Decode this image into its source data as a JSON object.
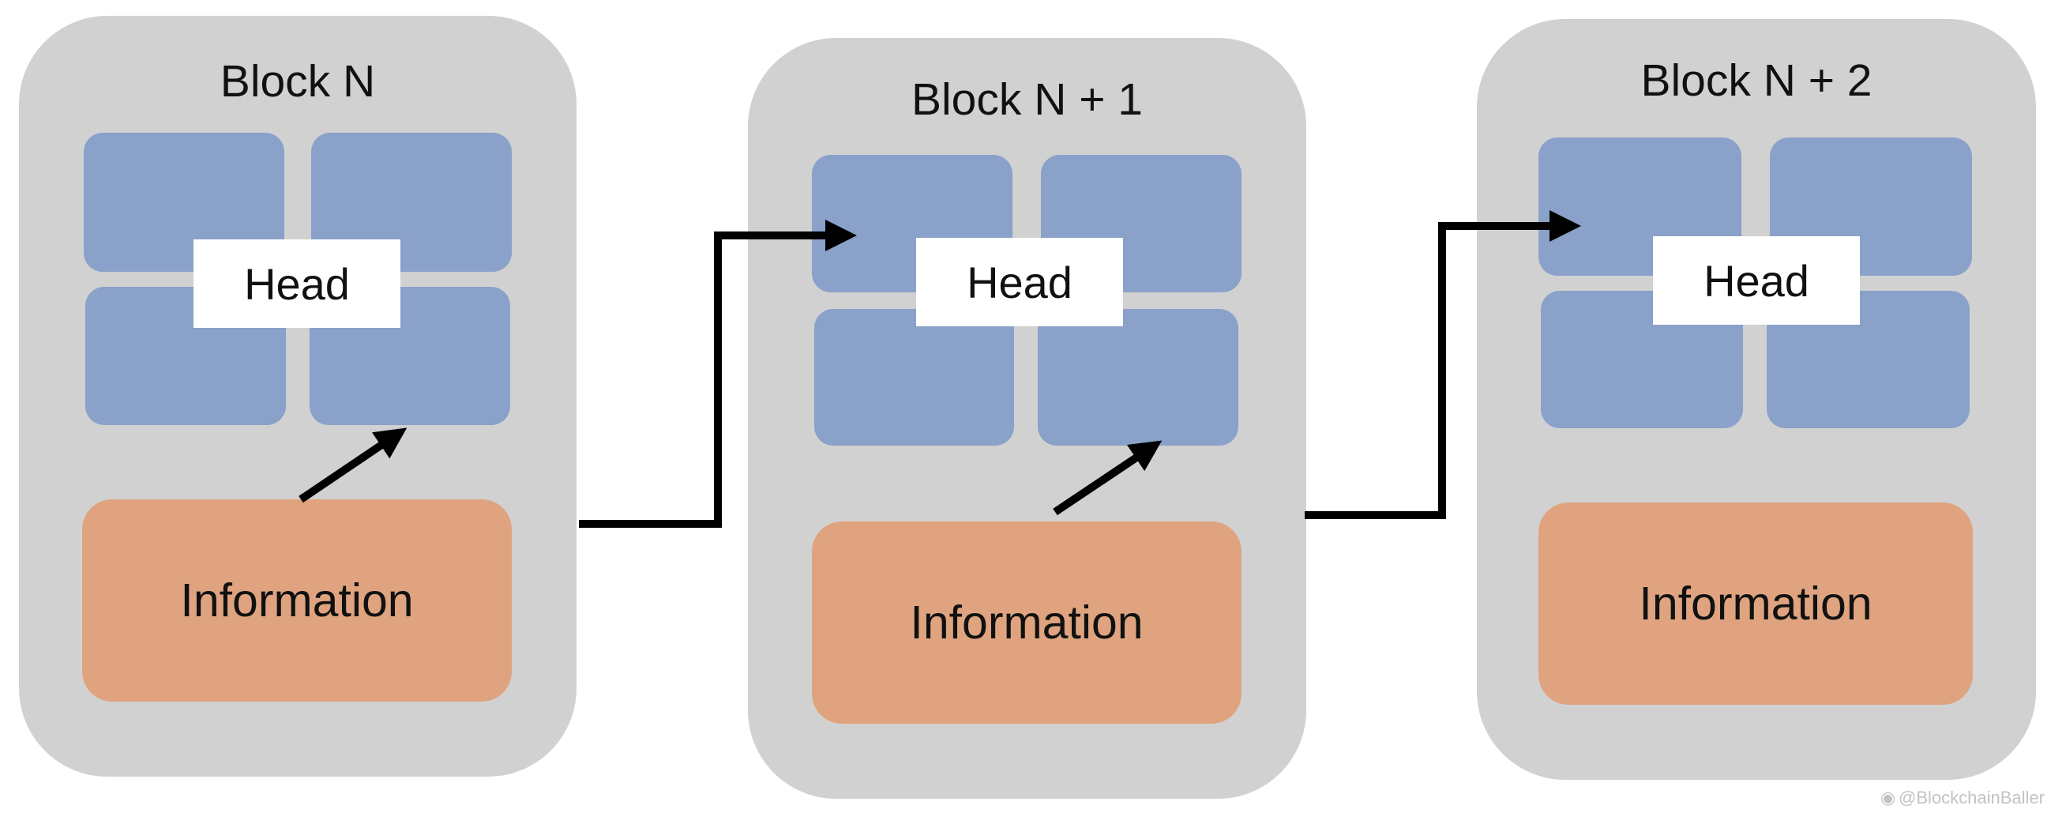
{
  "blocks": [
    {
      "title": "Block N",
      "head": "Head",
      "info": "Information"
    },
    {
      "title": "Block N + 1",
      "head": "Head",
      "info": "Information"
    },
    {
      "title": "Block N + 2",
      "head": "Head",
      "info": "Information"
    }
  ],
  "watermark": "@BlockchainBaller",
  "colors": {
    "block_bg": "#d1d1d1",
    "cell": "#8aa1c9",
    "info": "#dfa47f",
    "head_bg": "#ffffff",
    "arrow": "#000000"
  }
}
